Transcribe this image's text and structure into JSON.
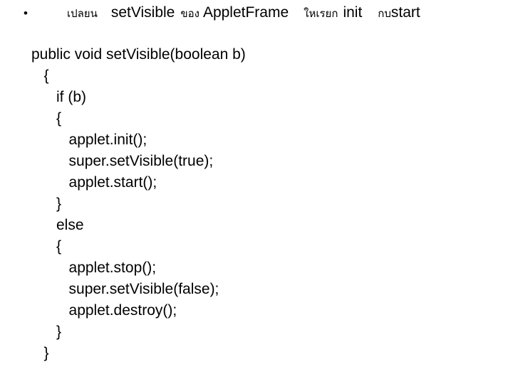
{
  "slide": {
    "background_color": "#ffffff",
    "text_color": "#000000"
  },
  "title": {
    "bullet": "•",
    "segments": [
      {
        "text": "เปลยน",
        "script": "thai"
      },
      {
        "text": "setVisible",
        "script": "latin"
      },
      {
        "text": "ของ",
        "script": "thai"
      },
      {
        "text": "AppletFrame",
        "script": "latin"
      },
      {
        "text": "ใหเรยก",
        "script": "thai"
      },
      {
        "text": "init",
        "script": "latin"
      },
      {
        "text": "กบ",
        "script": "thai"
      },
      {
        "text": "start",
        "script": "latin"
      }
    ]
  },
  "code": {
    "lines": [
      "public void setVisible(boolean b)",
      "   {",
      "      if (b)",
      "      {",
      "         applet.init();",
      "         super.setVisible(true);",
      "         applet.start();",
      "      }",
      "      else",
      "      {",
      "         applet.stop();",
      "         super.setVisible(false);",
      "         applet.destroy();",
      "      }",
      "   }"
    ]
  }
}
